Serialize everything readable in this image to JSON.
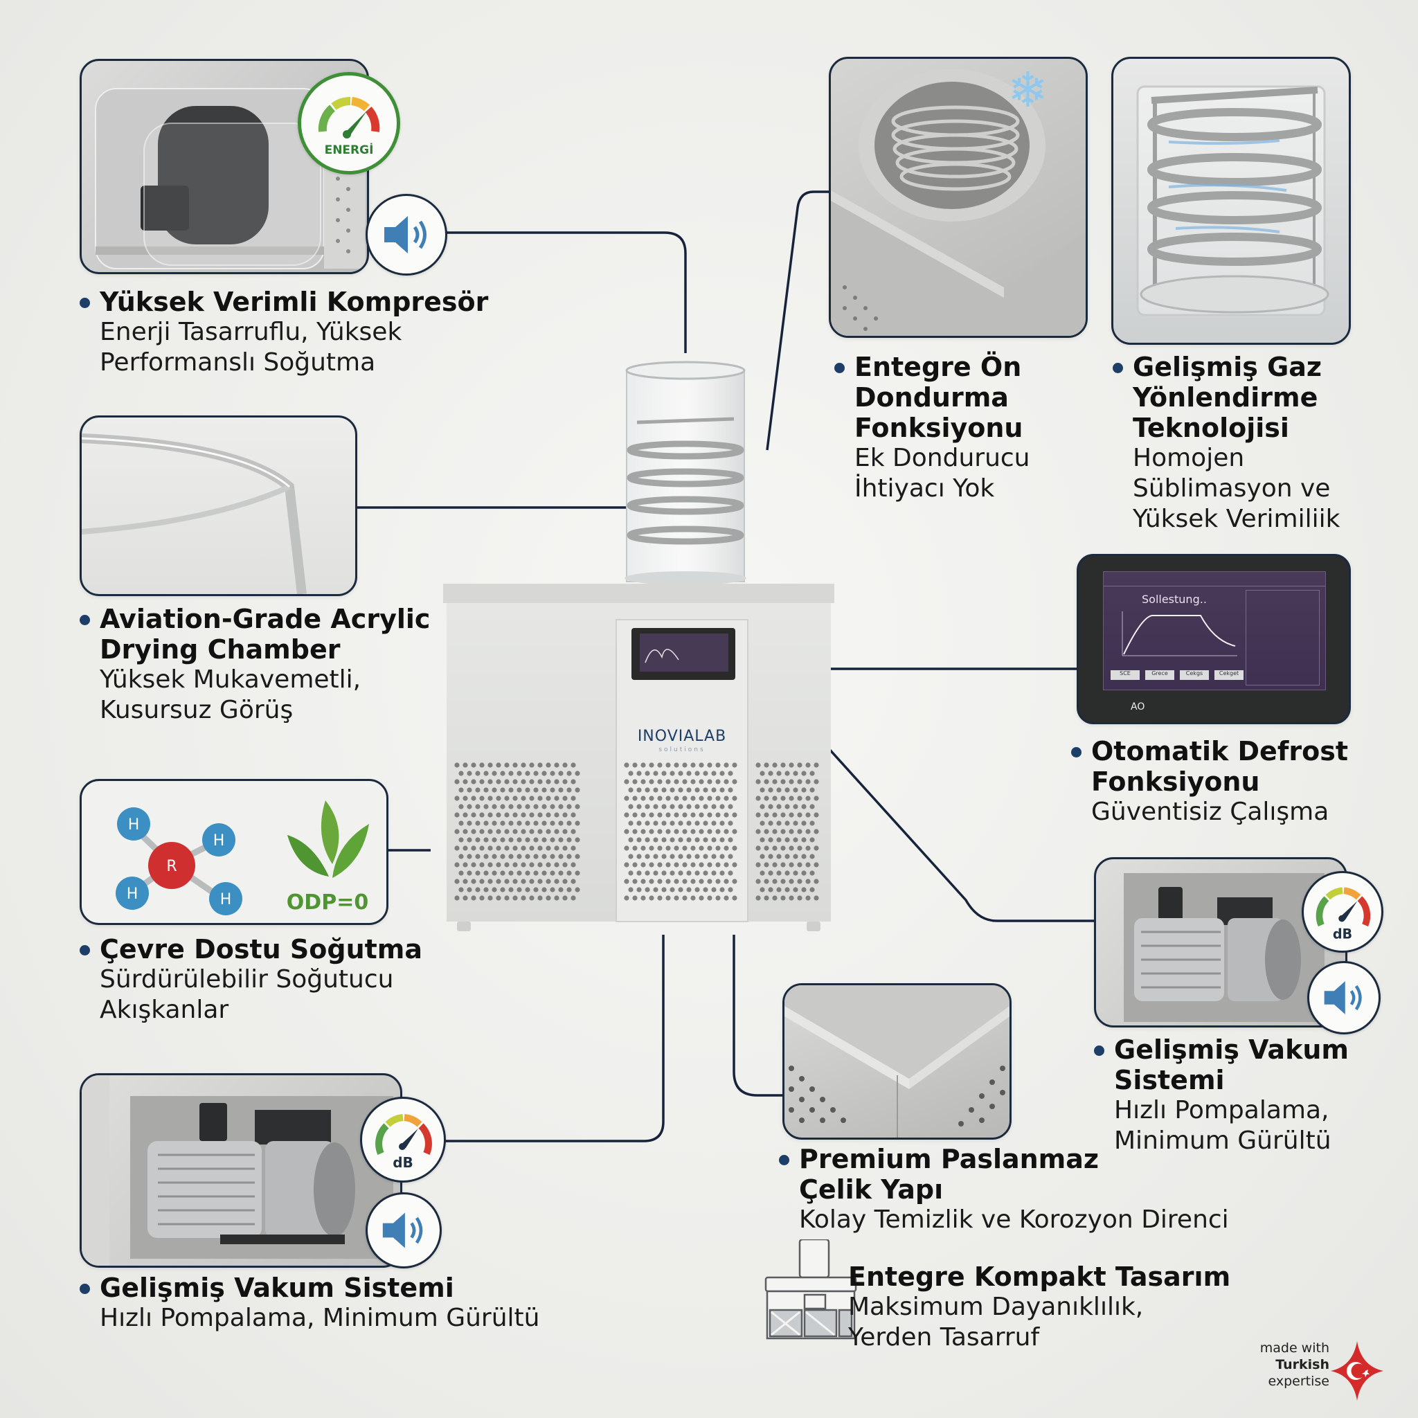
{
  "brand": {
    "logo": "INOVIALAB",
    "logo_sub": "solutions",
    "accent": "#1d3e66",
    "made_with": {
      "line1": "made with",
      "line2": "Turkish",
      "line3": "expertise"
    }
  },
  "features": [
    {
      "id": "compressor",
      "title": "Yüksek Verimli Kompresör",
      "subtitle": [
        "Enerji Tasarruflu, Yüksek",
        "Performanslı Soğutma"
      ],
      "badges": [
        "energy-gauge-icon",
        "speaker-icon"
      ],
      "gauge_label": "ENERGİ"
    },
    {
      "id": "acrylic",
      "title": [
        "Aviation-Grade Acrylic",
        "Drying Chamber"
      ],
      "subtitle": [
        "Yüksek Mukavemetli,",
        "Kusursuz Görüş"
      ]
    },
    {
      "id": "eco",
      "title": "Çevre Dostu Soğutma",
      "subtitle": [
        "Sürdürülebilir Soğutucu",
        "Akışkanlar"
      ],
      "molecule": {
        "center": "R",
        "atoms": [
          "H",
          "H",
          "H",
          "H"
        ]
      },
      "odp_label": "ODP=0"
    },
    {
      "id": "vacuum-left",
      "title": "Gelişmiş Vakum Sistemi",
      "subtitle": [
        "Hızlı Pompalama, Minimum Gürültü"
      ],
      "gauge_label": "dB"
    },
    {
      "id": "prefreeze",
      "title": [
        "Entegre Ön",
        "Dondurma",
        "Fonksiyonu"
      ],
      "subtitle": [
        "Ek Dondurucu",
        "İhtiyacı Yok"
      ]
    },
    {
      "id": "gas",
      "title": [
        "Gelişmiş Gaz",
        "Yönlendirme",
        "Teknolojisi"
      ],
      "subtitle": [
        "Homojen",
        "Süblimasyon ve",
        "Yüksek Verimiliik"
      ]
    },
    {
      "id": "defrost",
      "title": [
        "Otomatik Defrost",
        "Fonksiyonu"
      ],
      "subtitle": [
        "Güventisiz Çalışma"
      ],
      "screen": {
        "status": "Sollestung..",
        "buttons": [
          "SCE",
          "Grece",
          "Cekgs",
          "Cekget"
        ],
        "footer_logo": "AO"
      }
    },
    {
      "id": "vacuum-right",
      "title": [
        "Gelişmiş Vakum",
        "Sistemi"
      ],
      "subtitle": [
        "Hızlı Pompalama,",
        "Minimum Gürültü"
      ],
      "gauge_label": "dB"
    },
    {
      "id": "steel",
      "title": [
        "Premium Paslanmaz",
        "Çelik Yapı"
      ],
      "subtitle": [
        "Kolay Temizlik ve Korozyon Direnci"
      ]
    },
    {
      "id": "compact",
      "title": "Entegre Kompakt Tasarım",
      "subtitle": [
        "Maksimum Dayanıklılık,",
        "Yerden Tasarruf"
      ]
    }
  ]
}
